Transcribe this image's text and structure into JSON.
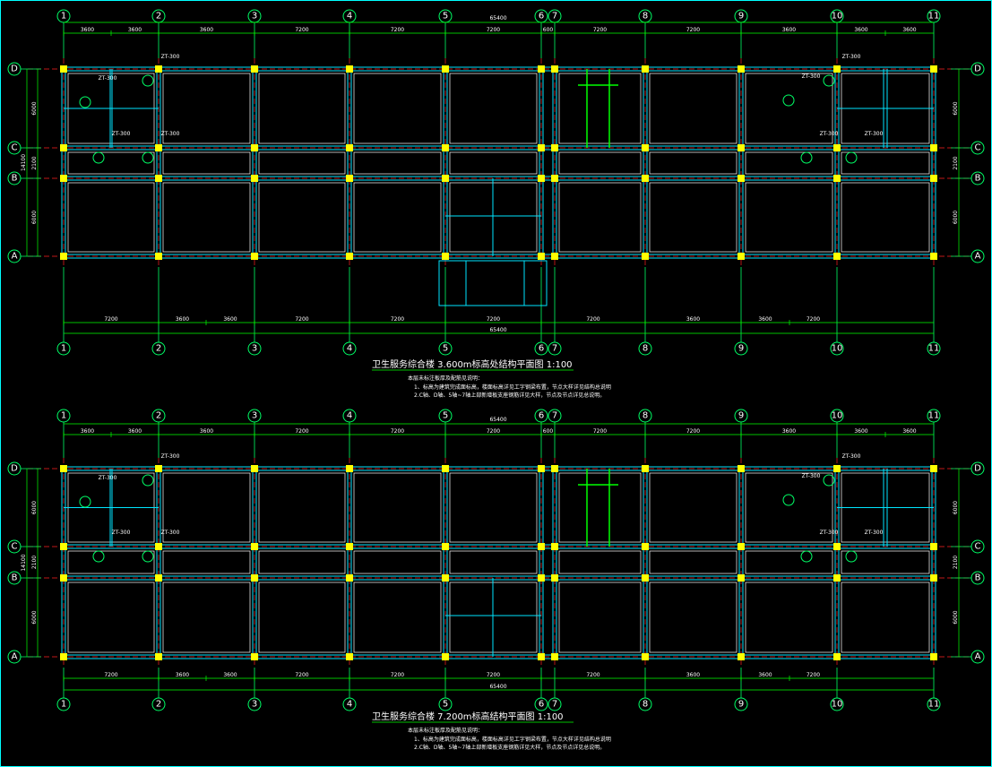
{
  "plans": [
    {
      "title": "卫生服务综合楼 3.600m标高处结构平面图    1:100",
      "note_head": "本层未标注板厚及配筋见说明：",
      "notes": [
        "1、标高为建筑完成面标高，楼面标高详见工字钢梁布置，节点大样详见结构总说明",
        "2.C轴、D轴、5轴~7轴上部新增板支座钢筋详见大样，节点及节点详见总说明。"
      ],
      "total_dim": "65400",
      "top_spans": [
        "3600",
        "3600",
        "3600",
        "7200",
        "7200",
        "7200",
        "600",
        "7200",
        "7200",
        "3600",
        "3600",
        "3600"
      ],
      "bottom_spans": [
        "7200",
        "3600",
        "3600",
        "7200",
        "7200",
        "7200",
        "7200",
        "3600",
        "3600",
        "7200"
      ],
      "left_dims": [
        "6000",
        "2100",
        "6000"
      ],
      "left_total": "14100",
      "slab_labels": [
        "ZT-300",
        "ZT-300",
        "ZT-300",
        "ZT-300",
        "ZT-300",
        "ZT-300",
        "ZT-300",
        "ZT-300"
      ]
    },
    {
      "title": "卫生服务综合楼 7.200m标高结构平面图    1:100",
      "note_head": "本层未标注板厚及配筋见说明：",
      "notes": [
        "1、标高为建筑完成面标高，楼面标高详见工字钢梁布置，节点大样详见结构总说明",
        "2.C轴、D轴、5轴~7轴上部新增板支座钢筋详见大样，节点及节点详见总说明。"
      ],
      "total_dim": "65400",
      "top_spans": [
        "3600",
        "3600",
        "3600",
        "7200",
        "7200",
        "7200",
        "600",
        "7200",
        "7200",
        "3600",
        "3600",
        "3600"
      ],
      "bottom_spans": [
        "7200",
        "3600",
        "3600",
        "7200",
        "7200",
        "7200",
        "7200",
        "3600",
        "3600",
        "7200"
      ],
      "left_dims": [
        "6000",
        "2100",
        "6000"
      ],
      "left_total": "14100",
      "slab_labels": [
        "ZT-300",
        "ZT-300",
        "ZT-300",
        "ZT-300",
        "ZT-300",
        "ZT-300",
        "ZT-300",
        "ZT-300"
      ]
    }
  ],
  "axis_numbers": [
    "1",
    "2",
    "3",
    "4",
    "5",
    "6",
    "7",
    "8",
    "9",
    "10",
    "11"
  ],
  "axis_letters": [
    "D",
    "C",
    "B",
    "A"
  ],
  "colors": {
    "grid": "#00ff66",
    "beam": "#00e5ff",
    "column": "#ffff00",
    "axis": "#ff2020",
    "frame": "#00ffff"
  }
}
